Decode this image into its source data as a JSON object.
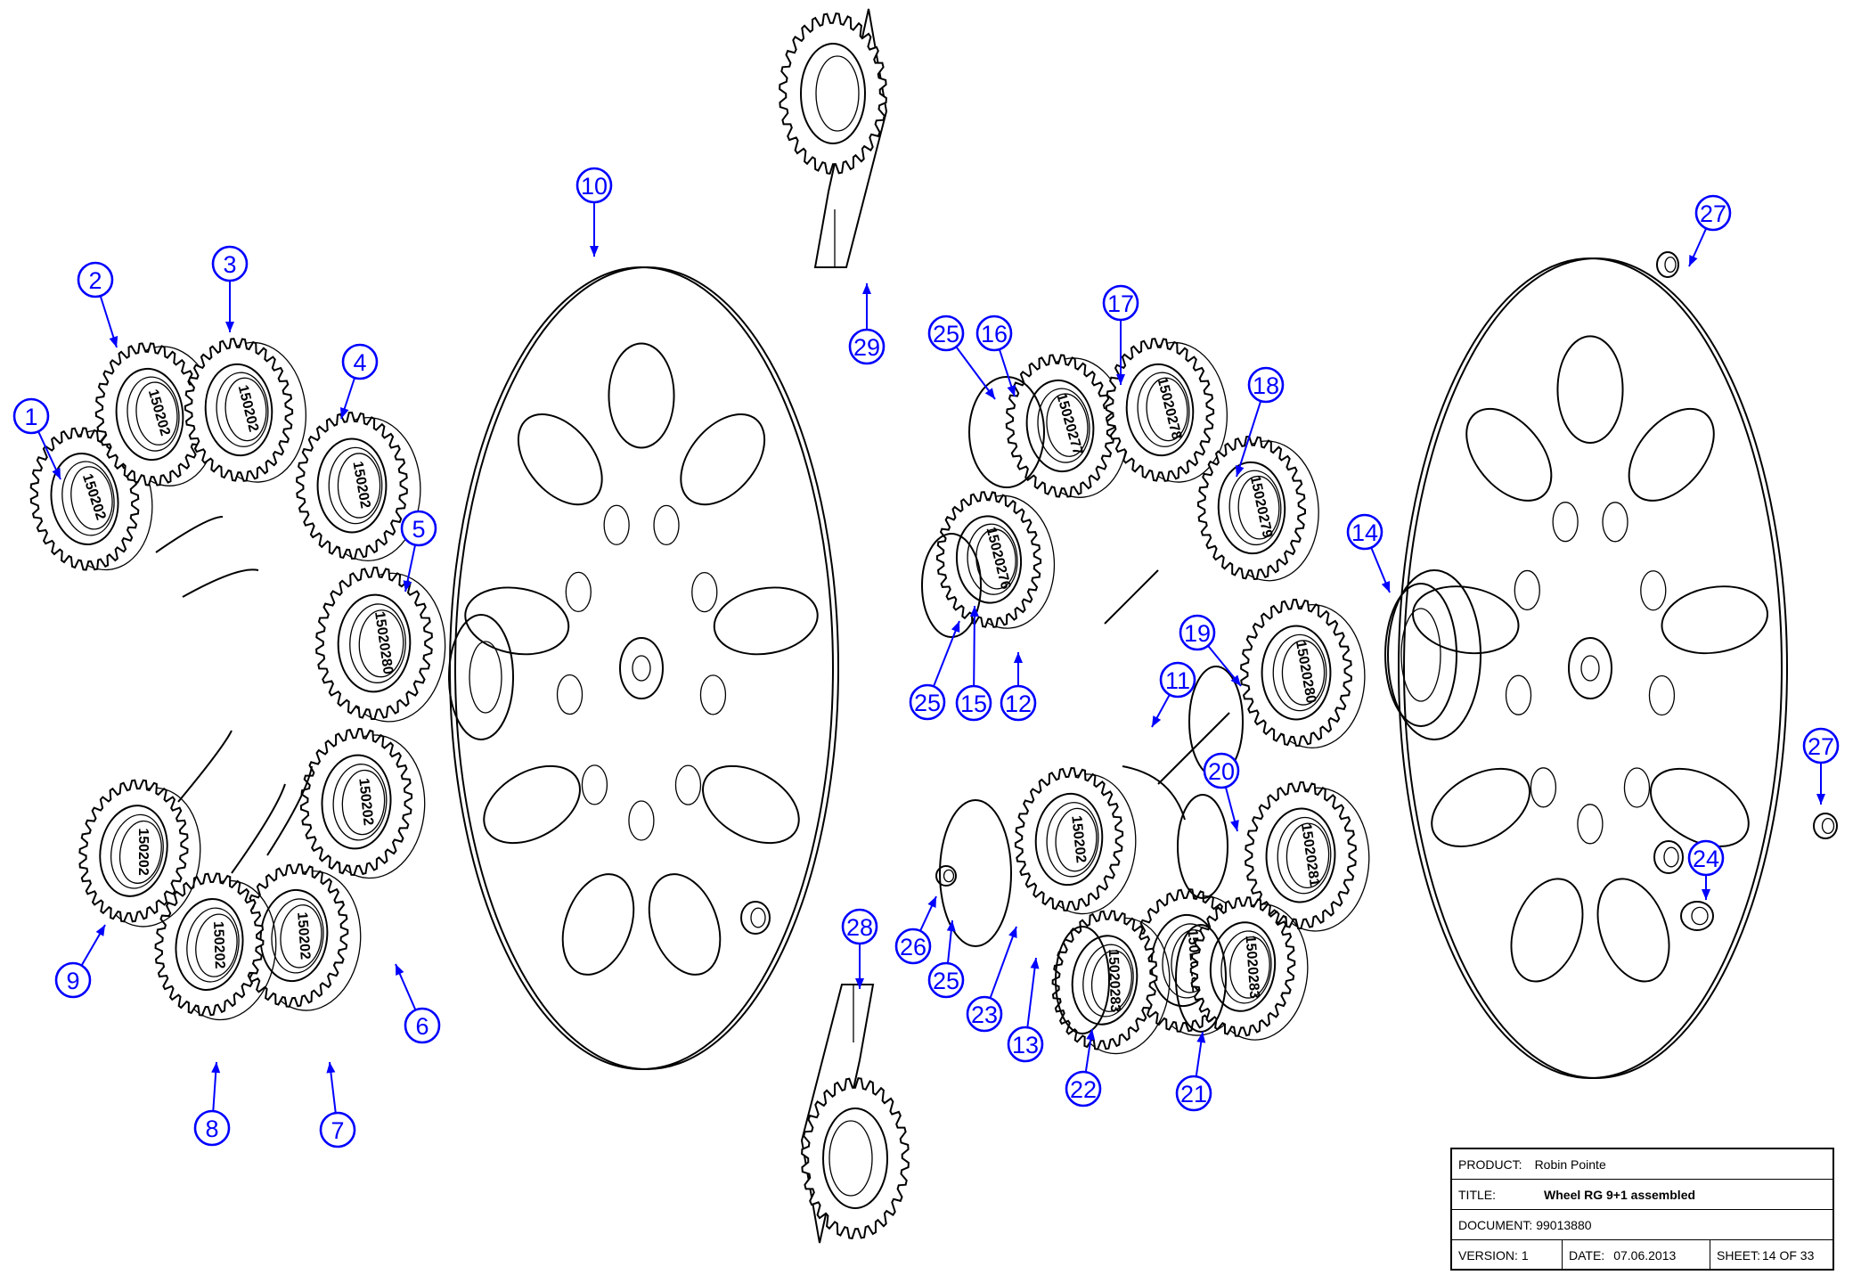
{
  "balloons": [
    "1",
    "2",
    "3",
    "4",
    "5",
    "6",
    "7",
    "8",
    "9",
    "10",
    "11",
    "12",
    "13",
    "14",
    "15",
    "16",
    "17",
    "18",
    "19",
    "20",
    "21",
    "22",
    "23",
    "24",
    "25",
    "25",
    "25",
    "26",
    "27",
    "27",
    "28",
    "29"
  ],
  "engravings": [
    "150202",
    "150202",
    "150202",
    "15020280",
    "150202",
    "150202",
    "150202",
    "150202",
    "15020277",
    "15020278",
    "15020279",
    "15020276",
    "15020280",
    "15020281",
    "150202",
    "15020282",
    "15020283"
  ],
  "title_block": {
    "product_label": "PRODUCT:",
    "product_value": "Robin Pointe",
    "title_label": "TITLE:",
    "title_value": "Wheel RG 9+1 assembled",
    "document_label": "DOCUMENT:",
    "document_value": "99013880",
    "version_label": "VERSION:",
    "version_value": "1",
    "date_label": "DATE:",
    "date_value": "07.06.2013",
    "sheet_label": "SHEET:",
    "sheet_value": "14 OF 33"
  },
  "colors": {
    "balloon": "#0000ff",
    "line": "#000000",
    "background": "#ffffff"
  }
}
